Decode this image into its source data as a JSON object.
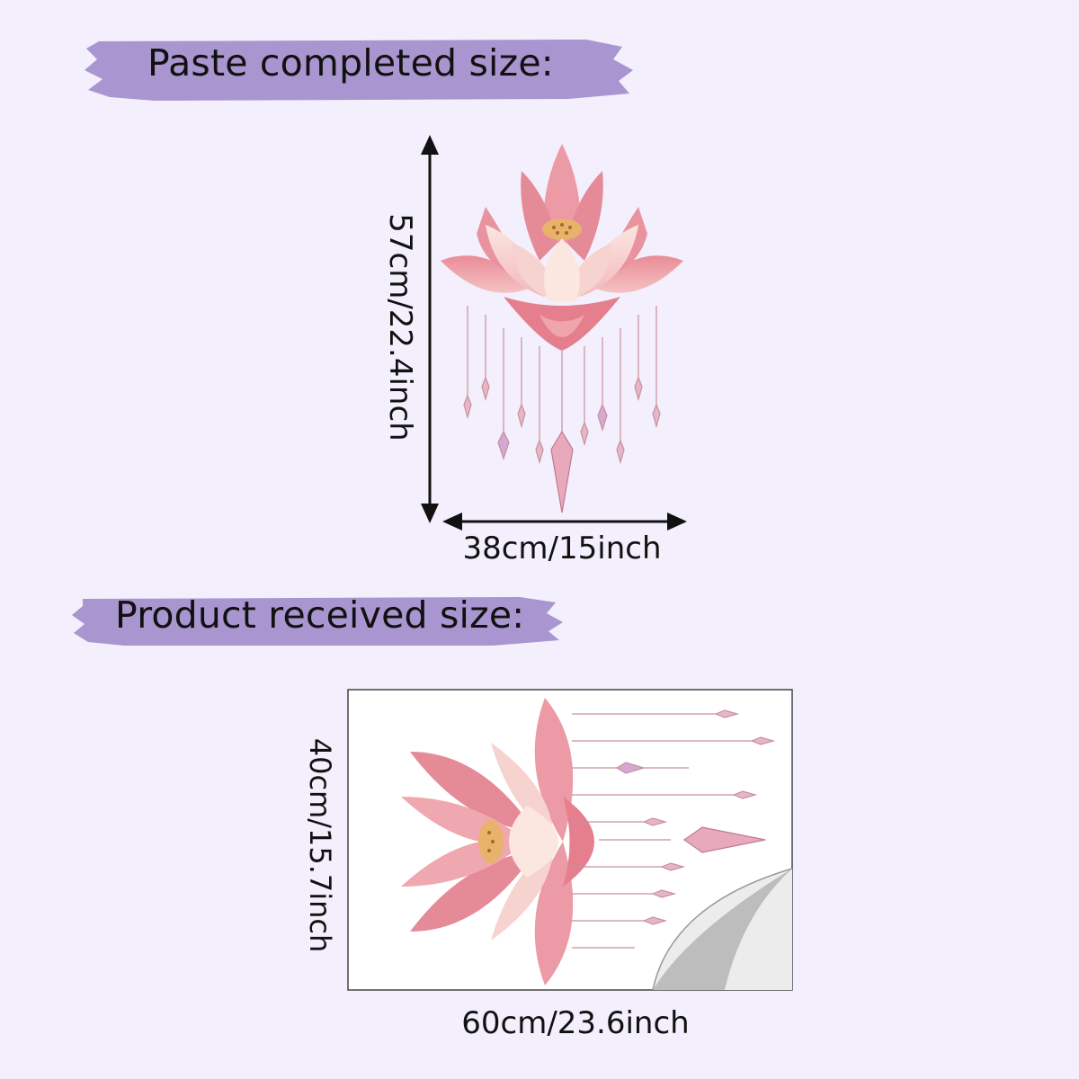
{
  "section_paste": {
    "label": "Paste completed size:"
  },
  "section_received": {
    "label": "Product received size:"
  },
  "paste_dimensions": {
    "height": "57cm/22.4inch",
    "width": "38cm/15inch"
  },
  "received_dimensions": {
    "height": "40cm/15.7inch",
    "width": "60cm/23.6inch"
  },
  "colors": {
    "background": "#f3effc",
    "banner": "#a995cf",
    "petal_dark": "#e07e8c",
    "petal_light": "#f7d6d6",
    "crystal": "#dca7c0"
  },
  "icons": [
    "lotus-chandelier-decal-icon",
    "sticker-sheet-curl-icon",
    "double-arrow-icon"
  ]
}
